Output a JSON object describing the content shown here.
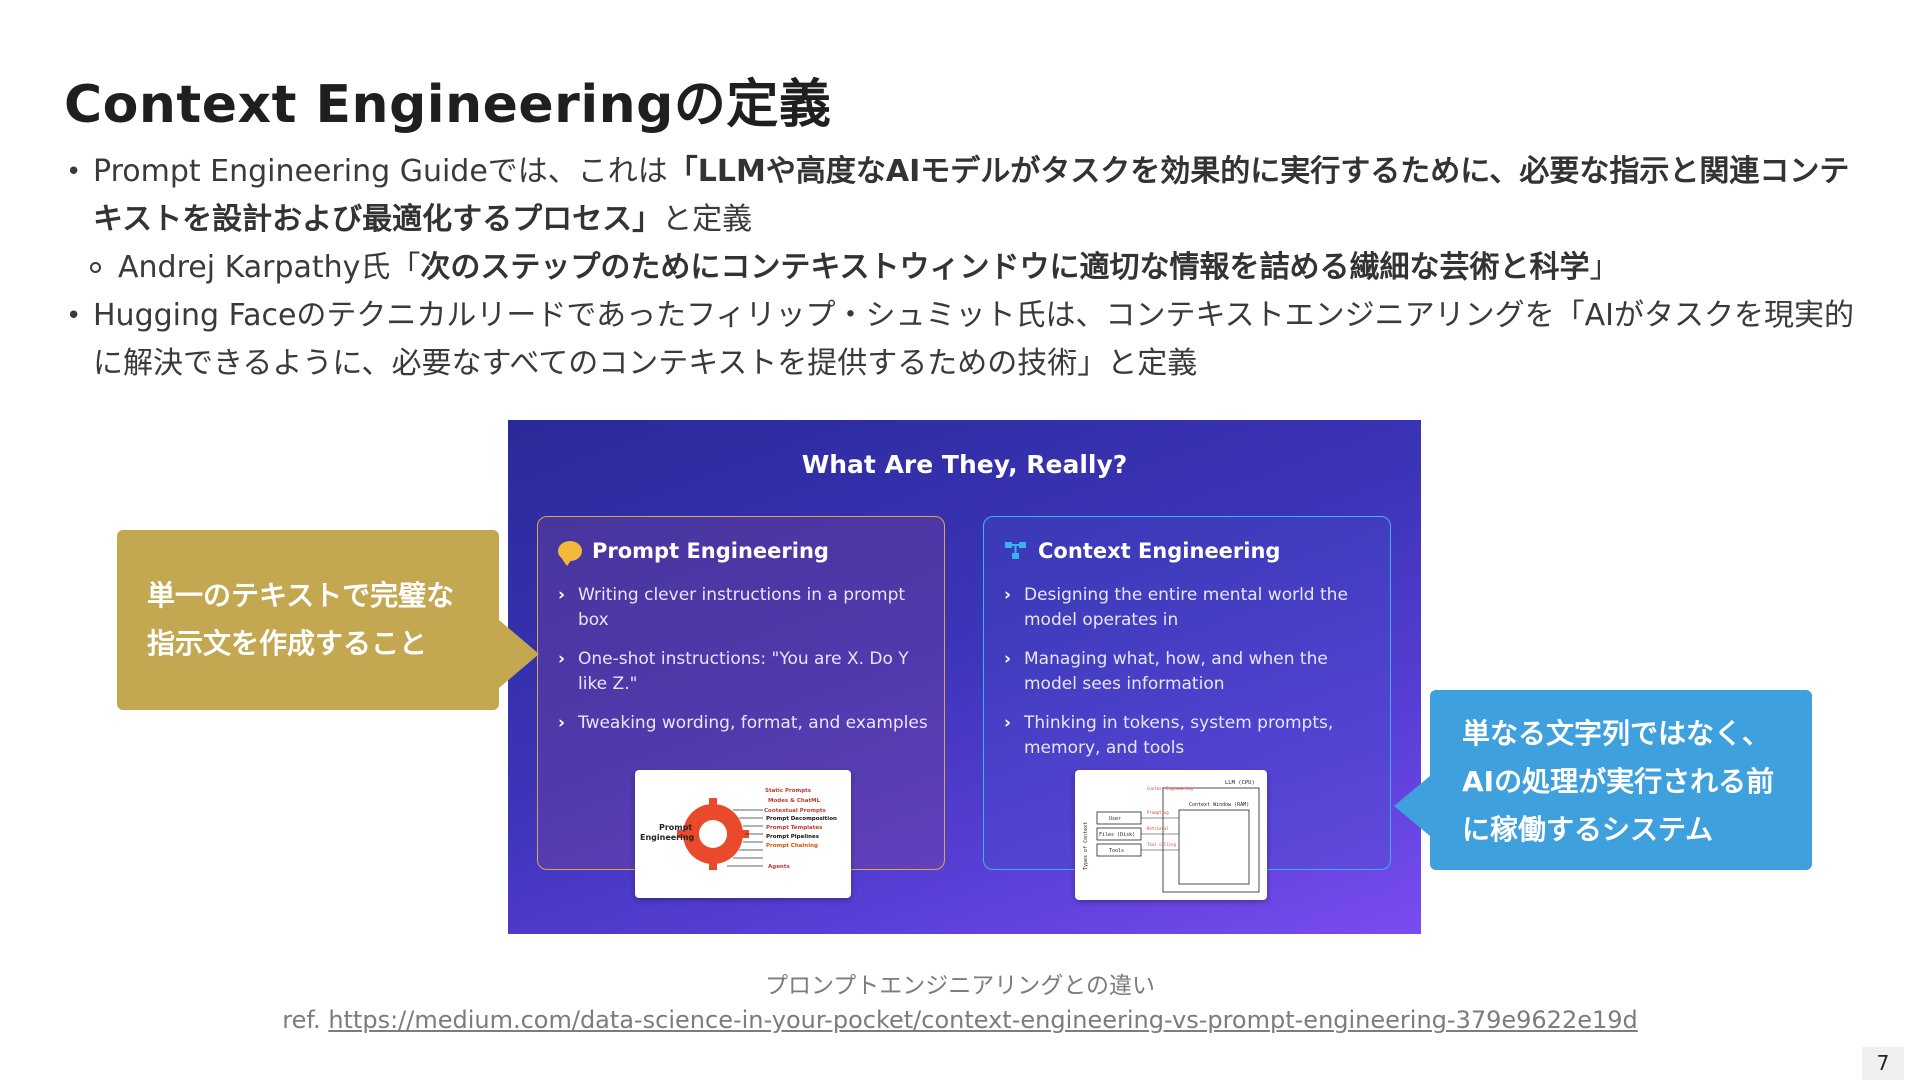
{
  "slide": {
    "title": "Context Engineeringの定義",
    "bullets": [
      {
        "prefix": "Prompt Engineering Guideでは、これは",
        "bold": "「LLMや高度なAIモデルがタスクを効果的に実行するために、必要な指示と関連コンテキストを設計および最適化するプロセス」",
        "suffix": "と定義"
      },
      {
        "prefix": "Hugging Faceのテクニカルリードであったフィリップ・シュミット氏は、コンテキストエンジニアリングを「AIがタスクを現実的に解決できるように、必要なすべてのコンテキストを提供するための技術」と定義"
      }
    ],
    "sub_bullet": {
      "prefix": "Andrej Karpathy氏「",
      "bold": "次のステップのためにコンテキストウィンドウに適切な情報を詰める繊細な芸術と科学",
      "suffix": "」"
    },
    "caption": "プロンプトエンジニアリングとの違い",
    "ref_prefix": "ref.",
    "ref_url": "https://medium.com/data-science-in-your-pocket/context-engineering-vs-prompt-engineering-379e9622e19d",
    "page_number": "7"
  },
  "callouts": {
    "gold": [
      "単一のテキストで完璧な",
      "指示文を作成すること"
    ],
    "blue": [
      "単なる文字列ではなく、",
      "AIの処理が実行される前",
      "に稼働するシステム"
    ]
  },
  "figure": {
    "title": "What Are They, Really?",
    "prompt_card": {
      "heading": "Prompt Engineering",
      "items": [
        "Writing clever instructions in a prompt box",
        "One-shot instructions: \"You are X. Do Y like Z.\"",
        "Tweaking wording, format, and examples"
      ],
      "thumb_center": [
        "Prompt",
        "Engineering"
      ],
      "thumb_labels": [
        "Static Prompts",
        "Modes & ChatML",
        "Contextual Prompts",
        "Prompt Decomposition",
        "Prompt Templates",
        "Prompt Pipelines",
        "Prompt Chaining",
        "Agents"
      ]
    },
    "context_card": {
      "heading": "Context Engineering",
      "items": [
        "Designing the entire mental world the model operates in",
        "Managing what, how, and when the model sees information",
        "Thinking in tokens, system prompts, memory, and tools"
      ],
      "thumb_title": "LLM (CPU)",
      "thumb_window": "Context Window (RAM)",
      "thumb_side": "Types of Context",
      "thumb_sources": [
        "User",
        "Files (Disk)",
        "Tools"
      ],
      "thumb_arrows": [
        "Context Engineering",
        "Prompting",
        "Retrieval",
        "Tool calling"
      ]
    },
    "colors": {
      "panel_start": "#2a2a9a",
      "panel_end": "#7a4cf0",
      "prompt_border": "#d7a94a",
      "context_border": "#39b3ef",
      "gold_callout": "#c4a751",
      "blue_callout": "#3ea0dc"
    }
  }
}
